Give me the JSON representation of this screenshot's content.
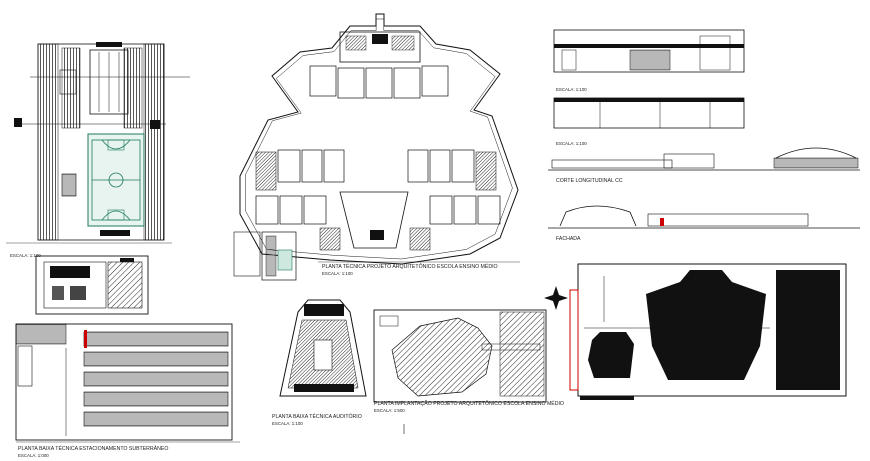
{
  "sheet": {
    "labels": {
      "sport_scale": "ESCALA: 1:100",
      "tecnica_title": "PLANTA TÉCNICA PROJETO ARQUITETÔNICO ESCOLA ENSINO MÉDIO",
      "tecnica_scale": "ESCALA: 1:100",
      "elev1_scale": "ESCALA: 1:100",
      "elev2_scale": "ESCALA: 1:100",
      "corte_title": "CORTE LONGITUDINAL CC",
      "fachada_title": "FACHADA",
      "parking_title": "PLANTA BAIXA TÉCNICA ESTACIONAMENTO SUBTERRÂNEO",
      "parking_scale": "ESCALA: 1:000",
      "auditorio_title": "PLANTA BAIXA TÉCNICA AUDITÓRIO",
      "auditorio_scale": "ESCALA: 1:100",
      "implantacao_title": "PLANTA IMPLANTAÇÃO PROJETO ARQUITETÔNICO ESCOLA ENSINO MÉDIO",
      "implantacao_scale": "ESCALA: 1:500"
    },
    "colors": {
      "line": "#111111",
      "court": "#1c7a5c",
      "accent_red": "#cc0000",
      "paper": "#ffffff"
    }
  }
}
